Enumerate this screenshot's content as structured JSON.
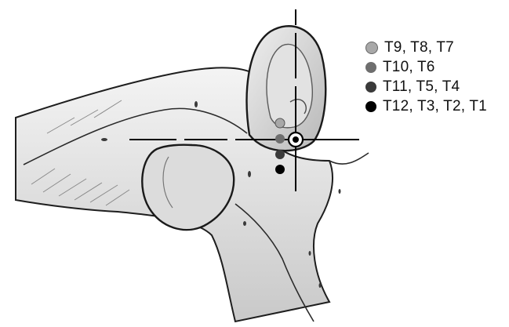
{
  "legend": {
    "items": [
      {
        "label": "T9, T8, T7",
        "color": "#a8a8a8"
      },
      {
        "label": "T10, T6",
        "color": "#6e6e6e"
      },
      {
        "label": "T11, T5, T4",
        "color": "#3a3a3a"
      },
      {
        "label": "T12, T3, T2, T1",
        "color": "#000000"
      }
    ]
  },
  "illustration": {
    "subject": "vertebra transverse process with targeting crosshair",
    "target_icon": "bullseye-target-icon"
  }
}
